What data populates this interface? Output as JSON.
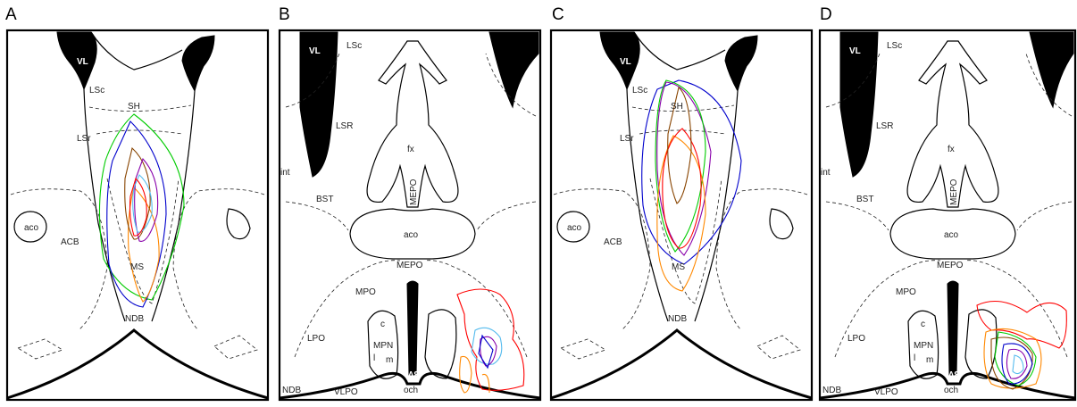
{
  "panels": [
    {
      "letter": "A",
      "labels": {
        "vl": "VL",
        "lsc": "LSc",
        "sh": "SH",
        "lsr": "LSr",
        "aco": "aco",
        "acb": "ACB",
        "ms": "MS",
        "ndb": "NDB"
      }
    },
    {
      "letter": "B",
      "labels": {
        "vl": "VL",
        "lsc": "LSc",
        "lsr": "LSR",
        "fx": "fx",
        "int": "int",
        "bst": "BST",
        "mepo": "MEPO",
        "aco": "aco",
        "mepo2": "MEPO",
        "mpo": "MPO",
        "lpo": "LPO",
        "c": "c",
        "mpn": "MPN",
        "l": "l",
        "m": "m",
        "ndb": "NDB",
        "vlpo": "VLPO",
        "v3": "3V",
        "och": "och"
      }
    },
    {
      "letter": "C",
      "labels": {
        "vl": "VL",
        "lsc": "LSc",
        "sh": "SH",
        "lsr": "LSr",
        "aco": "aco",
        "acb": "ACB",
        "ms": "MS",
        "ndb": "NDB"
      }
    },
    {
      "letter": "D",
      "labels": {
        "vl": "VL",
        "lsc": "LSc",
        "lsr": "LSR",
        "fx": "fx",
        "int": "int",
        "bst": "BST",
        "mepo": "MEPO",
        "aco": "aco",
        "mepo2": "MEPO",
        "mpo": "MPO",
        "lpo": "LPO",
        "c": "c",
        "mpn": "MPN",
        "l": "l",
        "m": "m",
        "ndb": "NDB",
        "vlpo": "VLPO",
        "v3": "3V",
        "och": "och"
      }
    }
  ],
  "lesion_colors": [
    "#ff0000",
    "#00cc00",
    "#0000cc",
    "#ff8800",
    "#55bbee",
    "#8800aa",
    "#884400"
  ]
}
